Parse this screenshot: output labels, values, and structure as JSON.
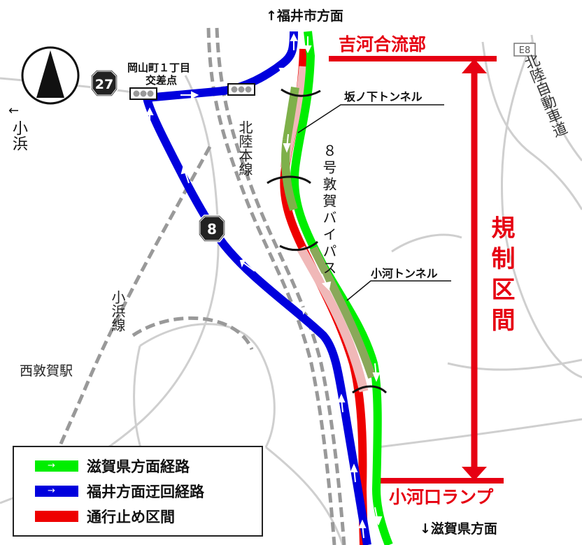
{
  "labels": {
    "to_fukui_city": "↑福井市方面",
    "yoshikawa_junction": "吉河合流部",
    "kotaru_ramp": "小河口ランプ",
    "to_shiga": "↓滋賀県方面",
    "regulated_section": "規制区間",
    "sakanoshita_tunnel": "坂ノ下トンネル",
    "kotaru_tunnel": "小河トンネル",
    "route8_bypass": "８号敦賀バイパス",
    "hokuriku_main_line": "北陸本線",
    "obama_line": "小浜線",
    "nishi_tsuruga_station": "西敦賀駅",
    "hokuriku_expressway": "北陸自動車道",
    "expressway_code": "E8",
    "to_obama": "小浜",
    "to_obama_arrow": "←",
    "okayama_intersection_1": "岡山町１丁目",
    "okayama_intersection_2": "交差点",
    "route27_number": "27",
    "route8_number": "8"
  },
  "legend": {
    "items": [
      {
        "label": "滋賀県方面経路",
        "color": "#00ee00",
        "arrow": "→"
      },
      {
        "label": "福井方面迂回経路",
        "color": "#0000dd",
        "arrow": "→"
      },
      {
        "label": "通行止め区間",
        "color": "#ee0000",
        "arrow": ""
      }
    ]
  },
  "colors": {
    "shiga_route": "#00ee00",
    "fukui_detour": "#0000dd",
    "closed_section": "#ee0000",
    "regulated_marker": "#e60012",
    "tunnel_overlay": "#f0b8b8"
  },
  "icons": [
    "north-arrow-icon",
    "traffic-light-icon",
    "route-shield-icon",
    "direction-arrow-icon"
  ]
}
